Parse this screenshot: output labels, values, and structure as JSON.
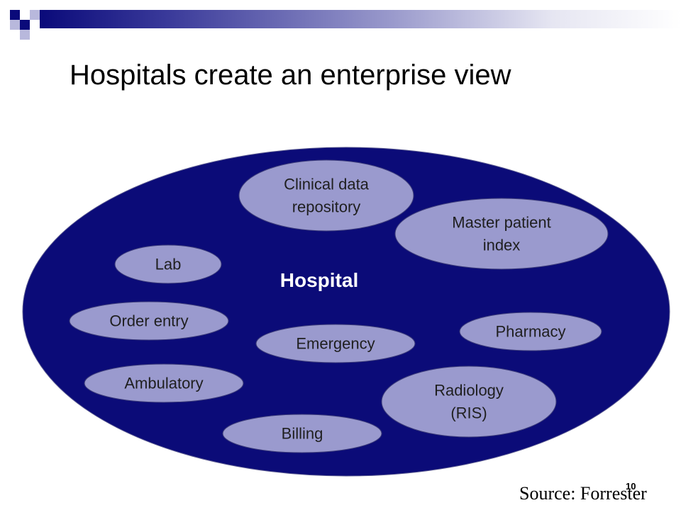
{
  "slide": {
    "title": "Hospitals create an enterprise view",
    "source": "Source: Forrester",
    "page_number": "10"
  },
  "diagram": {
    "center_label": "Hospital",
    "nodes": [
      {
        "id": "clinical-data-repository",
        "lines": [
          "Clinical data",
          "repository"
        ]
      },
      {
        "id": "master-patient-index",
        "lines": [
          "Master patient",
          "index"
        ]
      },
      {
        "id": "lab",
        "lines": [
          "Lab"
        ]
      },
      {
        "id": "order-entry",
        "lines": [
          "Order entry"
        ]
      },
      {
        "id": "emergency",
        "lines": [
          "Emergency"
        ]
      },
      {
        "id": "pharmacy",
        "lines": [
          "Pharmacy"
        ]
      },
      {
        "id": "ambulatory",
        "lines": [
          "Ambulatory"
        ]
      },
      {
        "id": "radiology-ris",
        "lines": [
          "Radiology",
          "(RIS)"
        ]
      },
      {
        "id": "billing",
        "lines": [
          "Billing"
        ]
      }
    ]
  },
  "colors": {
    "hospital_fill": "#0b0b78",
    "node_fill": "#9a9ace",
    "node_text": "#1f1f1f",
    "center_text": "#ffffff",
    "title_bar_dark": "#0a0a7a"
  }
}
